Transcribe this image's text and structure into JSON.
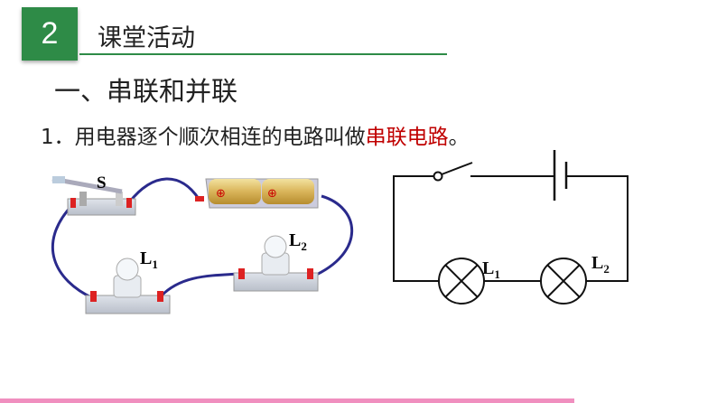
{
  "header": {
    "section_number": "2",
    "section_title": "课堂活动"
  },
  "subheading": "一、串联和并联",
  "definition": {
    "prefix": "1．用电器逐个顺次相连的电路叫做",
    "term": "串联电路",
    "suffix": "。"
  },
  "pictorial": {
    "switch_label": "S",
    "lamp1_label": "L",
    "lamp1_sub": "1",
    "lamp2_label": "L",
    "lamp2_sub": "2",
    "battery_mark": "⊕"
  },
  "schematic": {
    "lamp1_label": "L",
    "lamp1_sub": "1",
    "lamp2_label": "L",
    "lamp2_sub": "2"
  },
  "colors": {
    "accent": "#2e8b47",
    "term": "#c00000",
    "wire": "#2a2a8c",
    "pink_bar": "#f08fbf"
  }
}
